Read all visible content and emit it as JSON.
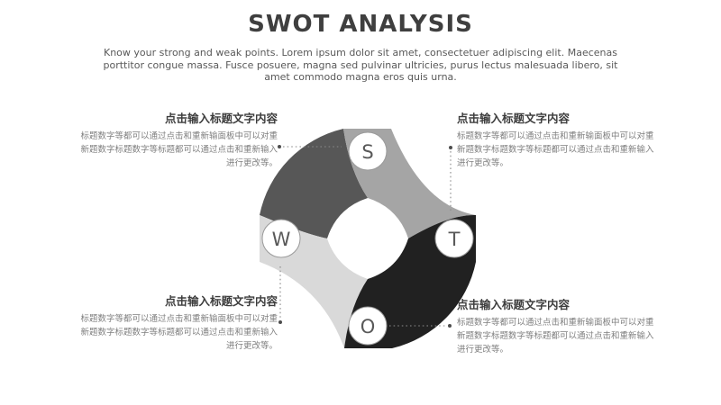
{
  "slide": {
    "title": "SWOT ANALYSIS",
    "subtitle": "Know your strong and weak points. Lorem ipsum dolor sit amet, consectetuer adipiscing elit. Maecenas porttitor congue massa. Fusce posuere, magna sed pulvinar ultricies, purus lectus malesuada libero, sit amet commodo magna eros quis urna."
  },
  "diagram": {
    "nodes": [
      {
        "id": "strengths",
        "letter": "S",
        "position": "top"
      },
      {
        "id": "threats",
        "letter": "T",
        "position": "right"
      },
      {
        "id": "opportunities",
        "letter": "O",
        "position": "bottom"
      },
      {
        "id": "weaknesses",
        "letter": "W",
        "position": "left"
      }
    ],
    "arm_colors": {
      "top_left": "#575757",
      "top_right": "#a5a5a5",
      "bottom_left": "#d9d9d9",
      "bottom_right": "#212121"
    },
    "connector_color": "#7a7a7a"
  },
  "blocks": [
    {
      "id": "top-left",
      "title": "点击输入标题文字内容",
      "body": "标题数字等都可以通过点击和重新输面板中可以对重新题数字标题数字等标题都可以通过点击和重新输入进行更改等。"
    },
    {
      "id": "top-right",
      "title": "点击输入标题文字内容",
      "body": "标题数字等都可以通过点击和重新输面板中可以对重新题数字标题数字等标题都可以通过点击和重新输入进行更改等。"
    },
    {
      "id": "bottom-left",
      "title": "点击输入标题文字内容",
      "body": "标题数字等都可以通过点击和重新输面板中可以对重新题数字标题数字等标题都可以通过点击和重新输入进行更改等。"
    },
    {
      "id": "bottom-right",
      "title": "点击输入标题文字内容",
      "body": "标题数字等都可以通过点击和重新输面板中可以对重新题数字标题数字等标题都可以通过点击和重新输入进行更改等。"
    }
  ]
}
